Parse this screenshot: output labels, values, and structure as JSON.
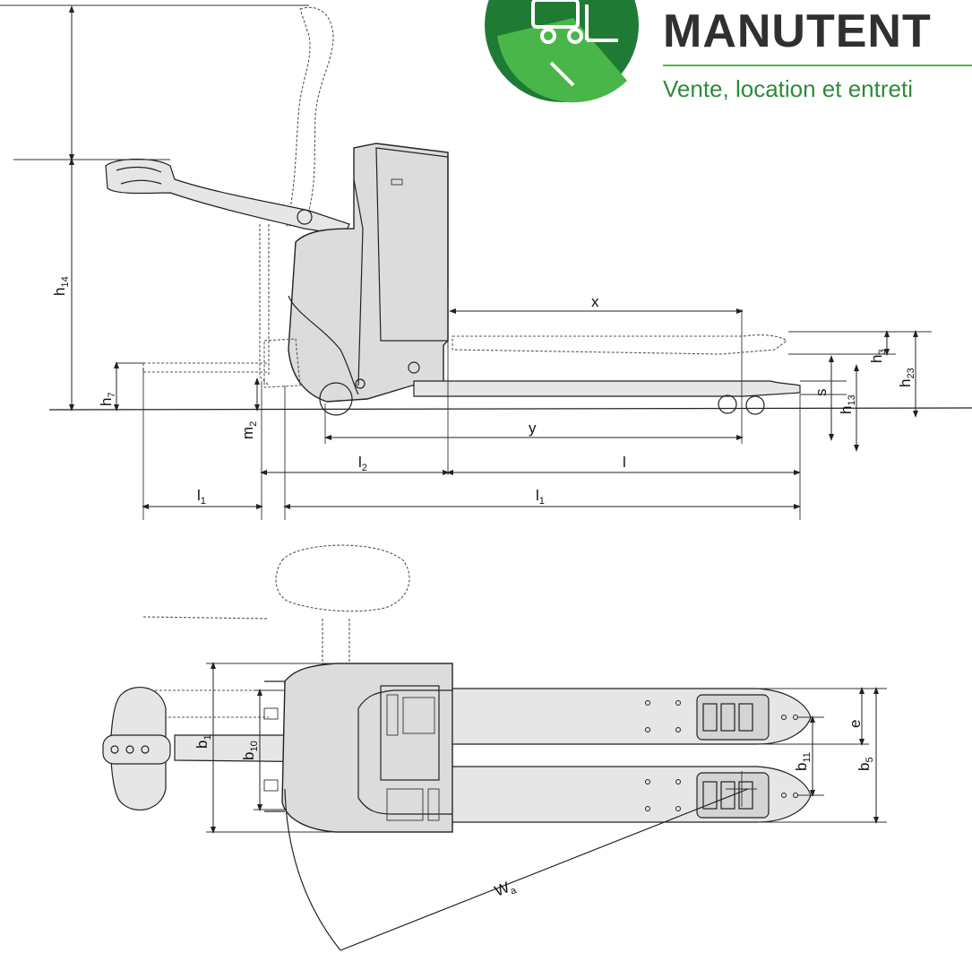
{
  "logo": {
    "word": "MANUTENT",
    "tagline": "Vente, location et entreti",
    "colors": {
      "green_dark": "#1f7a34",
      "green_light": "#49b649",
      "text": "#303030"
    }
  },
  "labels": {
    "h14": {
      "main": "h",
      "sub": "14"
    },
    "h7": {
      "main": "h",
      "sub": "7"
    },
    "m2": {
      "main": "m",
      "sub": "2"
    },
    "x": {
      "main": "x"
    },
    "y": {
      "main": "y"
    },
    "l2": {
      "main": "l",
      "sub": "2"
    },
    "l": {
      "main": "l"
    },
    "l1_left": {
      "main": "l",
      "sub": "1"
    },
    "l1_right": {
      "main": "l",
      "sub": "1"
    },
    "h3": {
      "main": "h",
      "sub": "3"
    },
    "h23": {
      "main": "h",
      "sub": "23"
    },
    "s": {
      "main": "s"
    },
    "h13": {
      "main": "h",
      "sub": "13"
    },
    "b1": {
      "main": "b",
      "sub": "1"
    },
    "b10": {
      "main": "b",
      "sub": "10"
    },
    "e": {
      "main": "e"
    },
    "b11": {
      "main": "b",
      "sub": "11"
    },
    "b5": {
      "main": "b",
      "sub": "5"
    },
    "wa": {
      "main": "W",
      "sub": "a"
    }
  }
}
